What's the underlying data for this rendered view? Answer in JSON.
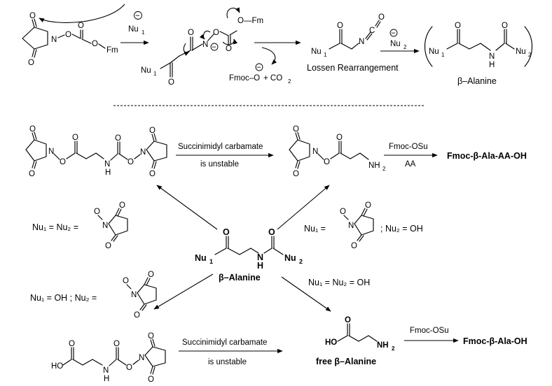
{
  "top": {
    "nu1": "Nu",
    "nu1_sub": "1",
    "fm": "Fm",
    "o_fm": "O—Fm",
    "fmoc_o": "Fmoc–O",
    "co2": "+ CO",
    "co2_sub": "2",
    "lossen": "Lossen Rearrangement",
    "nu2": "Nu",
    "nu2_sub": "2",
    "beta_alanine": "β–Alanine"
  },
  "paths": {
    "succinimidyl_unstable": "Succinimidyl carbamate",
    "is_unstable": "is unstable",
    "fmoc_osu": "Fmoc-OSu",
    "aa": "AA",
    "product_aa": "Fmoc-β-Ala-AA-OH",
    "product_free": "Fmoc-β-Ala-OH",
    "free_beta_alanine": "free β–Alanine",
    "ho": "HO",
    "nh2": "NH",
    "nh2_sub": "2"
  },
  "conditions": {
    "nu1_eq_nu2": "Nu₁ = Nu₂ =",
    "nu1_eq": "Nu₁ =",
    "nu2_eq_oh": "; Nu₂ = OH",
    "nu1_oh_nu2": "Nu₁ = OH ;  Nu₂ =",
    "nu1_nu2_oh": "Nu₁ = Nu₂ = OH"
  },
  "center": {
    "nu1": "Nu",
    "nu1_sub": "1",
    "nu2": "Nu",
    "nu2_sub": "2",
    "h": "H",
    "n": "N",
    "o": "O",
    "label": "β–Alanine"
  },
  "atoms": {
    "o": "O",
    "n": "N",
    "h": "H",
    "c": "C",
    "minus": "−"
  }
}
